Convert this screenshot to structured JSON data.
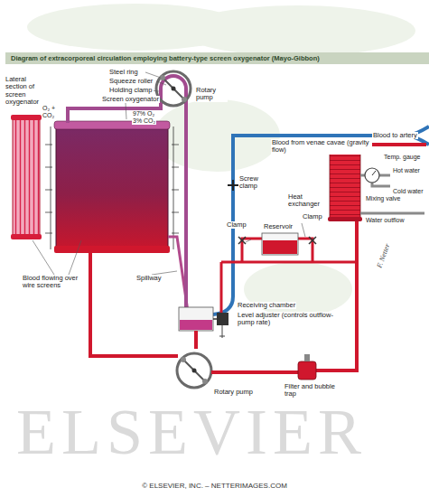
{
  "diagram": {
    "title": "Diagram of extracorporeal circulation employing battery-type screen oxygenator (Mayo-Gibbon)",
    "caption": "© ELSEVIER, INC. – NETTERIMAGES.COM",
    "labels": [
      "Lateral section of screen oxygenator",
      "O₂ + CO₂",
      "Steel ring",
      "Squeeze roller",
      "Holding clamp",
      "Screen oxygenator",
      "Rotary pump",
      "97% O₂",
      "3% CO₂",
      "Blood from venae cavae (gravity flow)",
      "Screw clamp",
      "Heat exchanger",
      "Clamp",
      "Reservoir",
      "Clamp",
      "Blood to artery",
      "Temp. gauge",
      "Hot water",
      "Cold water",
      "Mixing valve",
      "Water outflow",
      "Receiving chamber",
      "Level adjuster (controls outflow-pump rate)",
      "Spillway",
      "Blood flowing over wire screens",
      "Rotary pump",
      "Filter and bubble trap",
      "F. Netter",
      "ELSEVIER"
    ]
  }
}
